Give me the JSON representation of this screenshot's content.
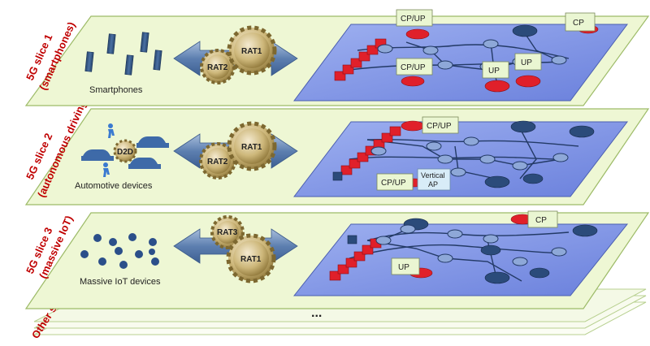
{
  "slices": [
    {
      "label_line1": "5G slice 1",
      "label_line2": "(smartphones)",
      "device_label": "Smartphones",
      "rats": [
        "RAT2",
        "RAT1"
      ],
      "boxes": [
        "CP/UP",
        "CP/UP",
        "UP",
        "UP",
        "CP"
      ]
    },
    {
      "label_line1": "5G slice 2",
      "label_line2": "(autonomous driving)",
      "device_label": "Automotive devices",
      "d2d_label": "D2D",
      "rats": [
        "RAT2",
        "RAT1"
      ],
      "boxes": [
        "CP/UP",
        "CP/UP"
      ],
      "vertical_box_line1": "Vertical",
      "vertical_box_line2": "AP"
    },
    {
      "label_line1": "5G slice 3",
      "label_line2": "(massive IoT)",
      "device_label": "Massive IoT devices",
      "rats": [
        "RAT3",
        "RAT1"
      ],
      "boxes": [
        "CP",
        "UP"
      ]
    }
  ],
  "other_slices_label": "Other slices",
  "ellipsis": "...",
  "colors": {
    "slice_fill": "#eef7d4",
    "network_fill": "#7f95e6",
    "label_red": "#c00000",
    "node_blue": "#2b4b7a",
    "node_red": "#e0202a",
    "gear": "#b09848",
    "note_fill": "#eaf6d2"
  }
}
